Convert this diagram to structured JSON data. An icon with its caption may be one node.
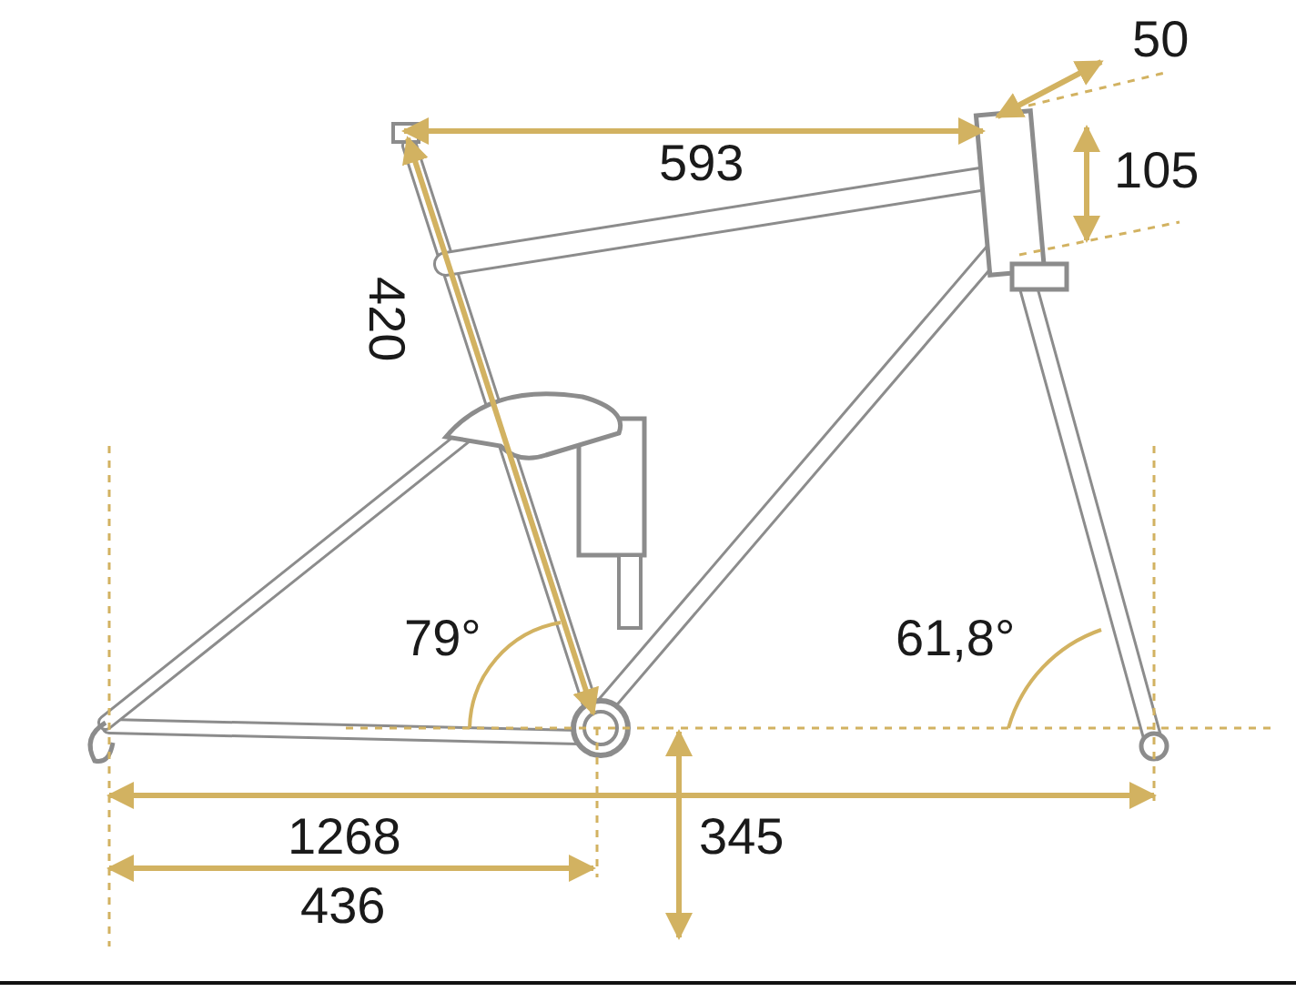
{
  "diagram": {
    "labels": [
      "50",
      "593",
      "105",
      "420",
      "79°",
      "61,8°",
      "1268",
      "345",
      "436"
    ]
  }
}
